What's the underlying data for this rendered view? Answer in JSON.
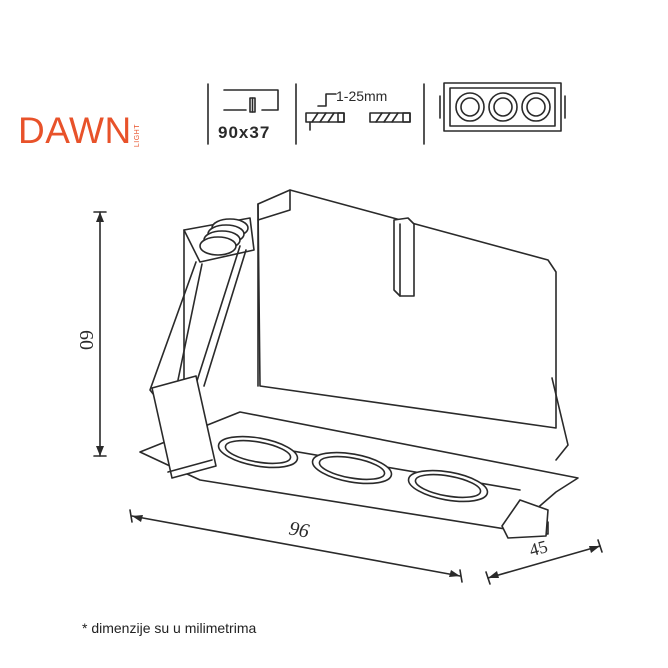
{
  "brand": {
    "name": "DAWN",
    "sub": "LIGHT",
    "color": "#e8522a"
  },
  "specs": {
    "cutout": "90x37",
    "thickness": "1-25mm"
  },
  "dimensions": {
    "height": "60",
    "length": "96",
    "depth": "45"
  },
  "footnote": "* dimenzije su u milimetrima",
  "colors": {
    "line": "#2a2a2a",
    "background": "#ffffff"
  }
}
